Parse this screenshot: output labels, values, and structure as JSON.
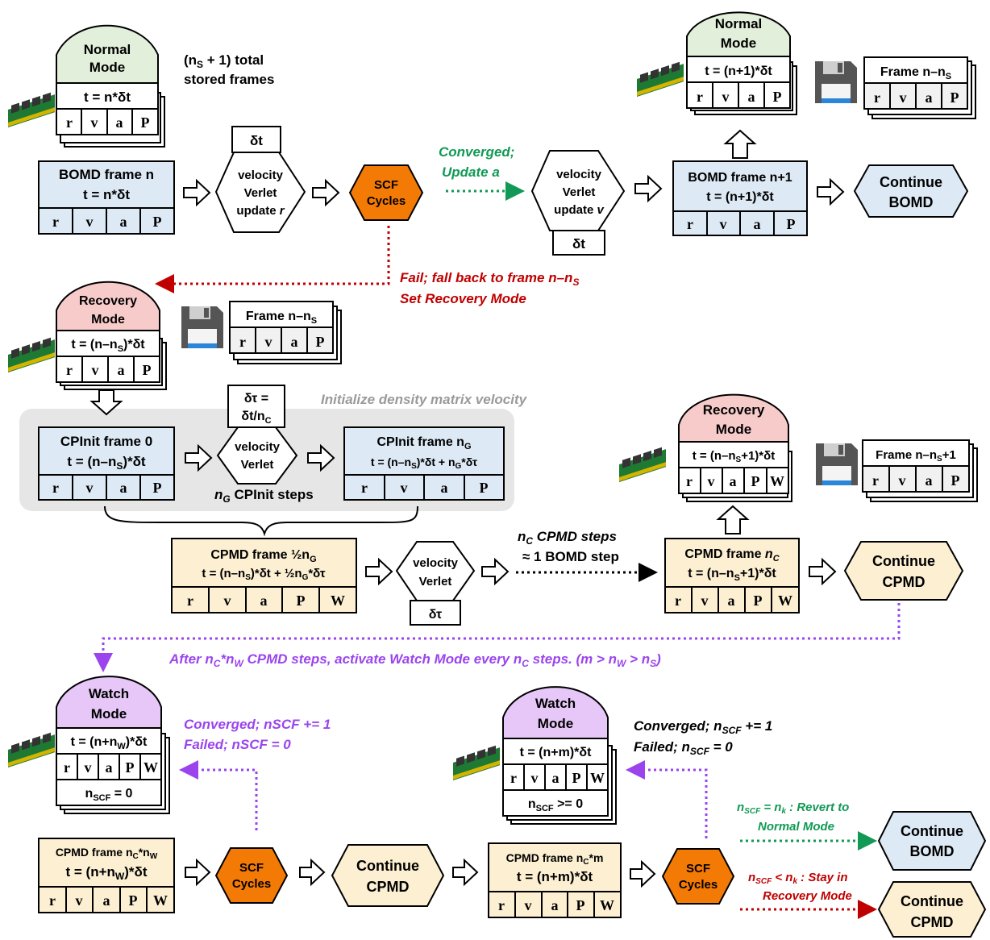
{
  "text": {
    "total_frames_1": "(n",
    "total_frames_sub": "S",
    "total_frames_2": " + 1) total",
    "total_frames_line2": "stored frames",
    "converged_update_a_1": "Converged;",
    "converged_update_a_2": "Update a",
    "fail_fallback_1": "Fail; fall back to frame n–n",
    "fail_fallback_sub": "S",
    "fail_fallback_2": "Set Recovery Mode",
    "init_density": "Initialize density matrix velocity",
    "ng_cpinit_steps": "CPInit steps",
    "ng_letter": "n",
    "ng_sub": "G",
    "nc_cpmd_1a": "n",
    "nc_cpmd_1sub": "C",
    "nc_cpmd_1b": " CPMD steps",
    "nc_cpmd_2": "≈ 1 BOMD step",
    "after_ncnw": "After n",
    "after_ncnw_sub1": "C",
    "after_ncnw_mid": "*n",
    "after_ncnw_sub2": "W",
    "after_ncnw_rest": " CPMD steps, activate Watch Mode every n",
    "after_ncnw_sub3": "C",
    "after_ncnw_end": " steps. (m > n",
    "after_ncnw_sub4": "W",
    "after_ncnw_gt": " > n",
    "after_ncnw_sub5": "S",
    "after_ncnw_close": ")",
    "conv_nscf_purple_1": "Converged; nSCF += 1",
    "conv_nscf_purple_2": "Failed; nSCF = 0",
    "conv_nscf_black_1a": "Converged; n",
    "conv_nscf_black_1sub": "SCF",
    "conv_nscf_black_1b": " += 1",
    "conv_nscf_black_2a": "Failed; n",
    "conv_nscf_black_2sub": "SCF",
    "conv_nscf_black_2b": " = 0",
    "revert_1a": "n",
    "revert_1sub": "SCF",
    "revert_1b": " = n",
    "revert_1sub2": "k",
    "revert_1c": " : Revert to",
    "revert_2": "Normal Mode",
    "stay_1a": "n",
    "stay_1sub": "SCF",
    "stay_1b": " < n",
    "stay_1sub2": "k",
    "stay_1c": " : Stay in",
    "stay_2": "Recovery Mode"
  },
  "cells": {
    "r": "r",
    "v": "v",
    "a": "a",
    "P": "P",
    "W": "W"
  },
  "modes": {
    "normal_1": "Normal",
    "normal_2": "Mode",
    "recovery_1": "Recovery",
    "recovery_2": "Mode",
    "watch_1": "Watch",
    "watch_2": "Mode"
  },
  "frames": {
    "mode_normal_top_t": "t = n*δt",
    "mode_normal_right_t": "t = (n+1)*δt",
    "frame_store_1": "Frame n–n",
    "frame_store_sub": "S",
    "mode_recovery_1_t_a": "t = (n–n",
    "mode_recovery_1_t_sub": "S",
    "mode_recovery_1_t_b": ")*δt",
    "mode_recovery_2_t_a": "t = (n–n",
    "mode_recovery_2_t_sub": "S",
    "mode_recovery_2_t_b": "+1)*δt",
    "frame_store_2_a": "Frame n–n",
    "frame_store_2_sub": "S",
    "frame_store_2_b": "+1",
    "watch_1_t_a": "t = (n+n",
    "watch_1_t_sub": "W",
    "watch_1_t_b": ")*δt",
    "watch_1_nscf_a": "n",
    "watch_1_nscf_sub": "SCF",
    "watch_1_nscf_b": " = 0",
    "watch_2_t": "t = (n+m)*δt",
    "watch_2_nscf_a": "n",
    "watch_2_nscf_sub": "SCF",
    "watch_2_nscf_b": " >= 0",
    "bomd_n_title": "BOMD frame n",
    "bomd_n_t": "t = n*δt",
    "bomd_n1_title": "BOMD frame n+1",
    "bomd_n1_t": "t = (n+1)*δt",
    "cpinit0_title": "CPInit frame 0",
    "cpinit0_t_a": "t = (n–n",
    "cpinit0_t_sub": "S",
    "cpinit0_t_b": ")*δt",
    "cpinitng_title_a": "CPInit frame n",
    "cpinitng_title_sub": "G",
    "cpinitng_t": "t = (n–n",
    "cpinitng_t_sub": "S",
    "cpinitng_t_b": ")*δt + n",
    "cpinitng_t_sub2": "G",
    "cpinitng_t_c": "*δτ",
    "cpmd_half_title_a": "CPMD frame ½n",
    "cpmd_half_title_sub": "G",
    "cpmd_half_t_a": "t = (n–n",
    "cpmd_half_t_sub": "S",
    "cpmd_half_t_b": ")*δt + ½n",
    "cpmd_half_t_sub2": "G",
    "cpmd_half_t_c": "*δτ",
    "cpmd_nc_title_a": "CPMD frame ",
    "cpmd_nc_title_n": "n",
    "cpmd_nc_title_sub": "C",
    "cpmd_nc_t_a": "t = (n–n",
    "cpmd_nc_t_sub": "S",
    "cpmd_nc_t_b": "+1)*δt",
    "cpmd_ncnw_title_a": "CPMD frame n",
    "cpmd_ncnw_title_sub": "C",
    "cpmd_ncnw_title_b": "*n",
    "cpmd_ncnw_title_sub2": "W",
    "cpmd_ncnw_t_a": "t = (n+n",
    "cpmd_ncnw_t_sub": "W",
    "cpmd_ncnw_t_b": ")*δt",
    "cpmd_ncm_title_a": "CPMD frame n",
    "cpmd_ncm_title_sub": "C",
    "cpmd_ncm_title_b": "*m",
    "cpmd_ncm_t": "t = (n+m)*δt"
  },
  "hexes": {
    "vv_update": "velocity",
    "vv_verlet": "Verlet",
    "vv_update_word": "update",
    "vv_r": "r",
    "vv_v": "v",
    "dt": "δt",
    "dtau": "δτ",
    "dtau_eq_1": "δτ =",
    "dtau_eq_2a": "δt/n",
    "dtau_eq_2sub": "C",
    "scf_1": "SCF",
    "scf_2": "Cycles",
    "continue": "Continue",
    "bomd": "BOMD",
    "cpmd": "CPMD"
  },
  "colors": {
    "blue_fill": "#dde9f5",
    "yellow_fill": "#fcefd2",
    "green_mode": "#e2efda",
    "red_mode": "#f8cbcb",
    "purple_mode": "#e6c7f7",
    "orange_scf": "#f47a06",
    "green_text": "#119955",
    "red_text": "#c00000",
    "purple_text": "#9b44ee",
    "grey_text": "#9a9a9a",
    "grey_panel": "#e6e6e6"
  }
}
